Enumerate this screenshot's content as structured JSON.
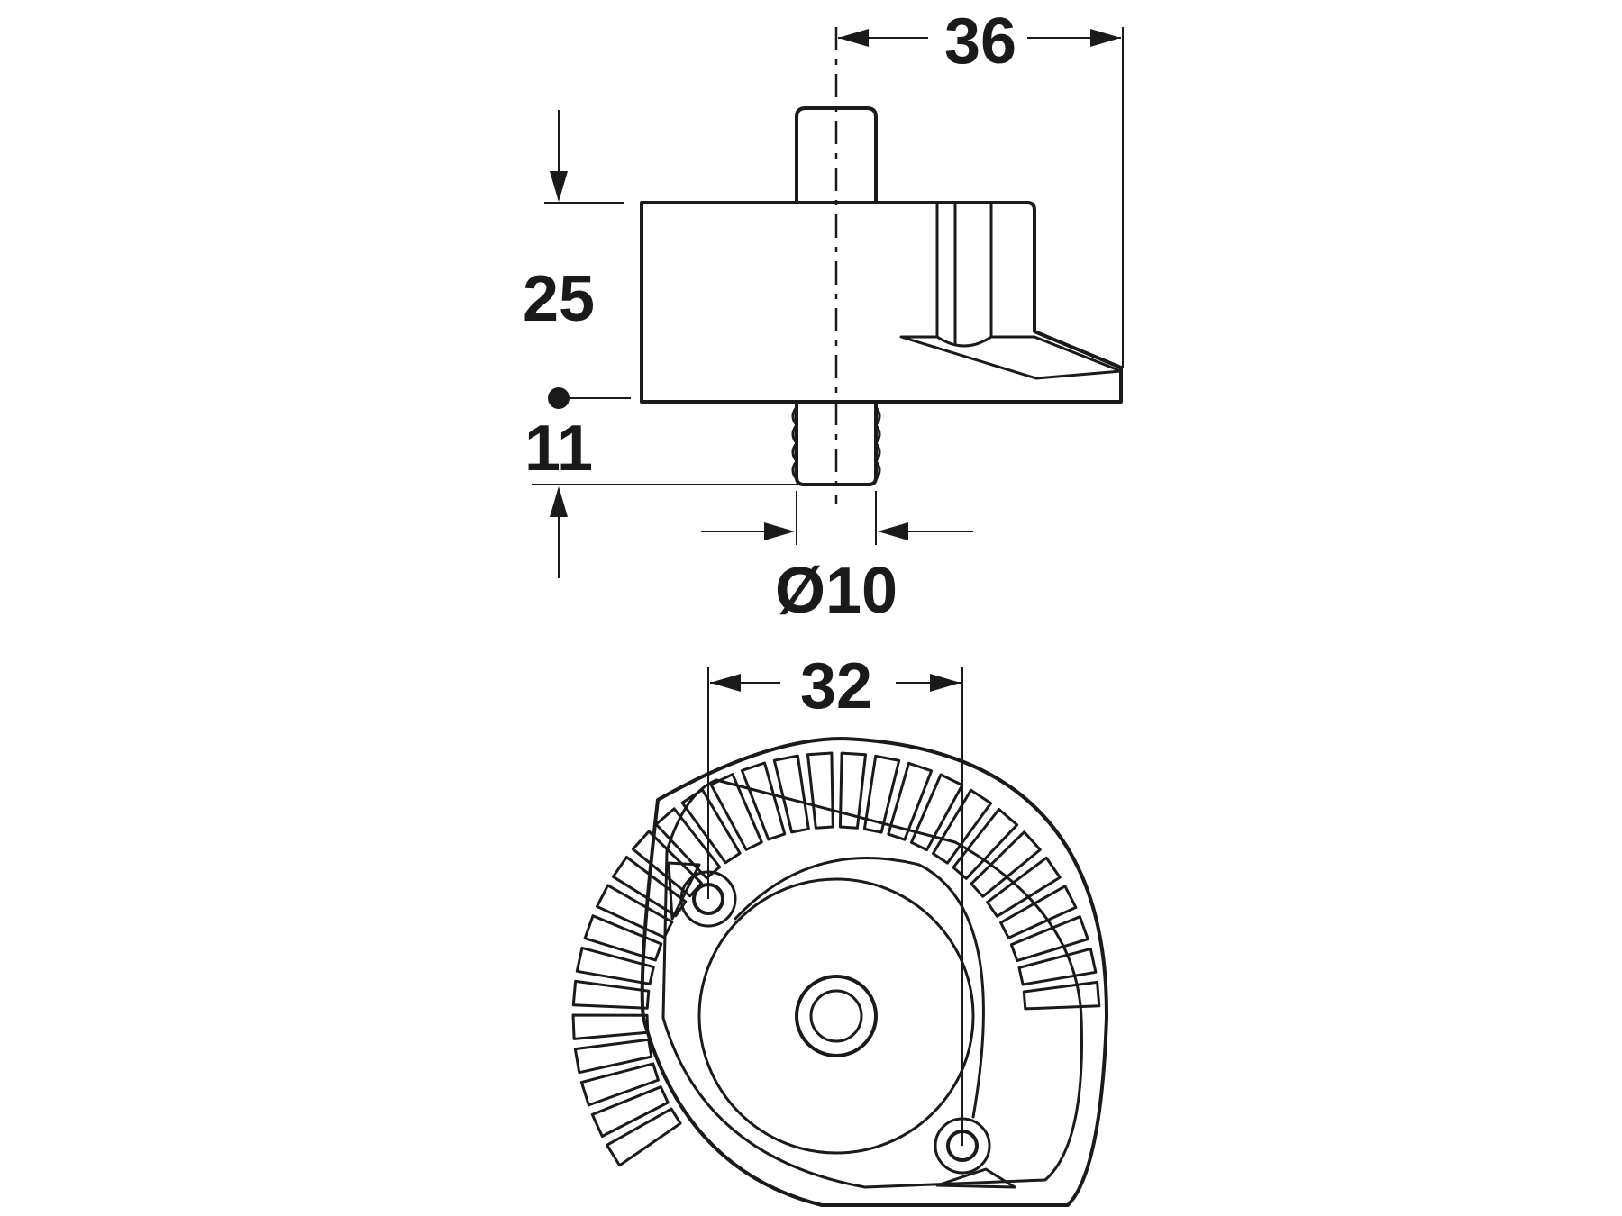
{
  "dimensions": {
    "width_36": "36",
    "height_25": "25",
    "thread_11": "11",
    "diameter_10": "Ø10",
    "hole_spacing_32": "32"
  },
  "colors": {
    "line": "#1a1a1a",
    "background": "#ffffff"
  }
}
